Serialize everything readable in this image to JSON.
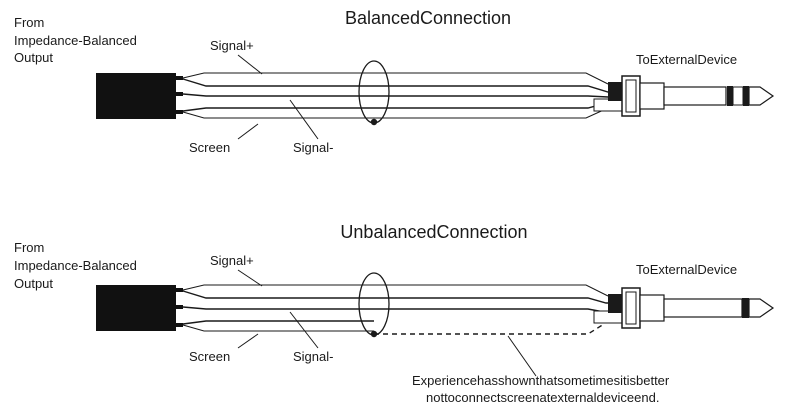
{
  "balanced": {
    "title": "BalancedConnection",
    "source_label": [
      "From",
      "Impedance-Balanced",
      "Output"
    ],
    "dest_label": "ToExternalDevice",
    "signal_plus": "Signal+",
    "signal_minus": "Signal-",
    "screen": "Screen",
    "plug_type": "TRS"
  },
  "unbalanced": {
    "title": "UnbalancedConnection",
    "source_label": [
      "From",
      "Impedance-Balanced",
      "Output"
    ],
    "dest_label": "ToExternalDevice",
    "signal_plus": "Signal+",
    "signal_minus": "Signal-",
    "screen": "Screen",
    "plug_type": "TS",
    "note": [
      "Experiencehasshownthatsometimesitisbetter",
      "nottoconnectscreenatexternaldeviceend."
    ]
  }
}
